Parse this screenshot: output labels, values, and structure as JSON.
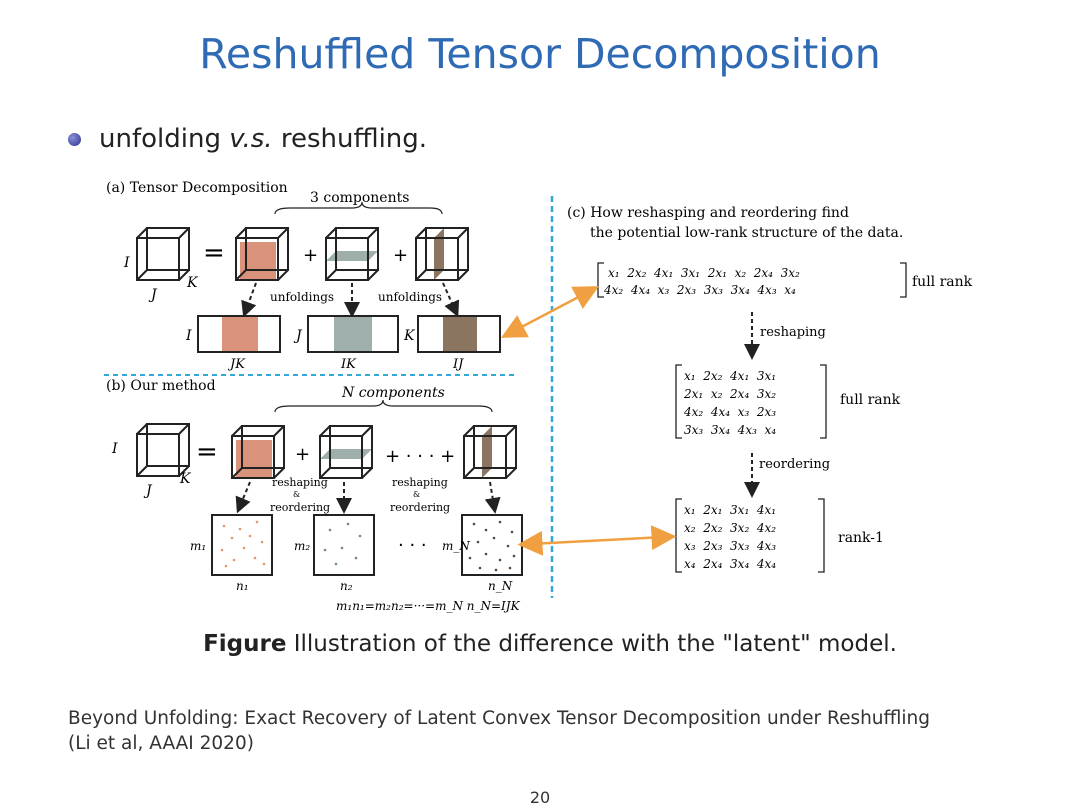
{
  "title": "Reshuffled Tensor Decomposition",
  "bullet": {
    "prefix": "unfolding ",
    "italic": "v.s.",
    "suffix": " reshuffling."
  },
  "figure": {
    "panel_a": {
      "label": "(a) Tensor Decomposition",
      "components": "3 components",
      "unfoldings_1": "unfoldings",
      "unfoldings_2": "unfoldings",
      "dim_I": "I",
      "dim_J": "J",
      "dim_K": "K",
      "mat_labels": [
        "JK",
        "IK",
        "IJ"
      ],
      "mat_side": [
        "I",
        "J",
        "K"
      ],
      "plus": "+",
      "equals": "="
    },
    "panel_b": {
      "label": "(b) Our method",
      "components": "N components",
      "plus_dots": "+ · · · +",
      "reshaping_1": "reshaping",
      "and_1": "&",
      "reordering_1": "reordering",
      "reshaping_2": "reshaping",
      "and_2": "&",
      "reordering_2": "reordering",
      "rows": [
        "m₁",
        "m₂",
        "m_N"
      ],
      "cols": [
        "n₁",
        "n₂",
        "n_N"
      ],
      "dots": "· · ·",
      "equation": "m₁n₁=m₂n₂=···=m_N n_N=IJK"
    },
    "panel_c": {
      "label_line1": "(c) How reshasping and reordering find",
      "label_line2": "the potential low-rank structure of the data.",
      "full_rank_1": "full rank",
      "reshaping": "reshaping",
      "full_rank_2": "full rank",
      "reordering": "reordering",
      "rank1": "rank-1",
      "matrix1_row1": "x₁  2x₂  4x₁  3x₁  2x₁  x₂  2x₄  3x₂",
      "matrix1_row2": "4x₂  4x₄  x₃  2x₃  3x₃  3x₄  4x₃  x₄",
      "matrix2": [
        "x₁  2x₂  4x₁  3x₁",
        "2x₁  x₂  2x₄  3x₂",
        "4x₂  4x₄  x₃  2x₃",
        "3x₃  3x₄  4x₃  x₄"
      ],
      "matrix3": [
        "x₁  2x₁  3x₁  4x₁",
        "x₂  2x₂  3x₂  4x₂",
        "x₃  2x₃  3x₃  4x₃",
        "x₄  2x₄  3x₄  4x₄"
      ]
    }
  },
  "caption": {
    "bold": "Figure",
    "rest": " Illustration of the difference with the \"latent\" model."
  },
  "reference": {
    "line1": "Beyond Unfolding: Exact Recovery of Latent Convex Tensor Decomposition under Reshuffling",
    "line2": "(Li et al, AAAI 2020)"
  },
  "page_number": "20",
  "colors": {
    "title": "#2f6ab4",
    "orange": "#f0a040",
    "salmon": "#d9937b",
    "teal": "#9fb0ac",
    "brown": "#8b7460",
    "dashed": "#30a8d8"
  }
}
